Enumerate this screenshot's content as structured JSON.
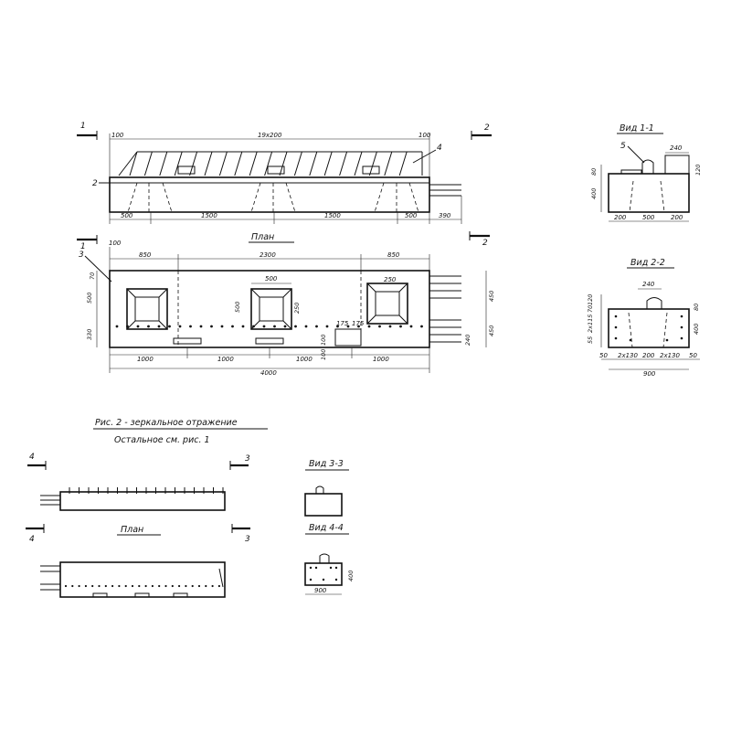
{
  "side_view": {
    "cut_mark_left": "1",
    "cut_mark_right": "2",
    "top_dims": [
      "100",
      "19x200",
      "100"
    ],
    "callouts": [
      "4",
      "2"
    ],
    "bottom_dims": [
      "500",
      "1500",
      "1500",
      "500",
      "390"
    ]
  },
  "plan": {
    "title": "План",
    "cut_mark_left": "1",
    "cut_mark_right": "2",
    "callout": "3",
    "top_dims": [
      "100",
      "850",
      "2300",
      "850"
    ],
    "socket_dims": [
      "500",
      "250",
      "500",
      "250"
    ],
    "left_dims": [
      "70",
      "500",
      "330"
    ],
    "right_dims": [
      "450",
      "450",
      "240"
    ],
    "small_dims": [
      "175",
      "175",
      "100",
      "100"
    ],
    "bottom_dims": [
      "1000",
      "1000",
      "1000",
      "1000"
    ],
    "overall": "4000"
  },
  "view_1_1": {
    "title": "Вид 1-1",
    "callout": "5",
    "top_dim": "240",
    "left_dims": [
      "80",
      "400"
    ],
    "right_dim": "120",
    "bottom_dims": [
      "200",
      "500",
      "200"
    ]
  },
  "view_2_2": {
    "title": "Вид 2-2",
    "top_dim": "240",
    "left_dims": [
      "55",
      "2x115",
      "70",
      "120"
    ],
    "right_dims": [
      "80",
      "400"
    ],
    "bottom_dims": [
      "50",
      "2x130",
      "200",
      "2x130",
      "50"
    ],
    "overall": "900"
  },
  "caption": {
    "line1": "Рис. 2 - зеркальное отражение",
    "line2": "Остальное см. рис. 1"
  },
  "fig2_side": {
    "cut_left": "4",
    "cut_right": "3"
  },
  "fig2_plan": {
    "title": "План",
    "cut_left": "4",
    "cut_right": "3"
  },
  "view_3_3": {
    "title": "Вид 3-3"
  },
  "view_4_4": {
    "title": "Вид 4-4",
    "right_dim": "400",
    "bottom_dim": "900"
  }
}
